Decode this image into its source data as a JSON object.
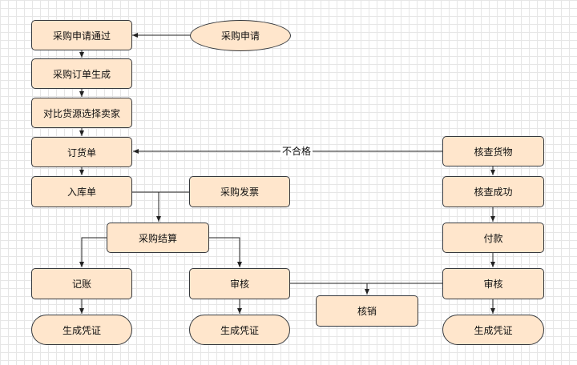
{
  "nodes": {
    "apply": "采购申请",
    "approved": "采购申请通过",
    "order_create": "采购订单生成",
    "compare": "对比货源选择卖家",
    "purchase_order": "订货单",
    "storage": "入库单",
    "invoice": "采购发票",
    "settlement": "采购结算",
    "record": "记账",
    "voucher1": "生成凭证",
    "audit_mid": "审核",
    "voucher2": "生成凭证",
    "writeoff": "核销",
    "inspect": "核查货物",
    "inspect_ok": "核查成功",
    "payment": "付款",
    "audit_right": "审核",
    "voucher3": "生成凭证"
  },
  "edge_labels": {
    "reject": "不合格"
  },
  "colors": {
    "node_fill": "#ffe6cc",
    "node_border": "#36393d",
    "edge": "#222222"
  }
}
